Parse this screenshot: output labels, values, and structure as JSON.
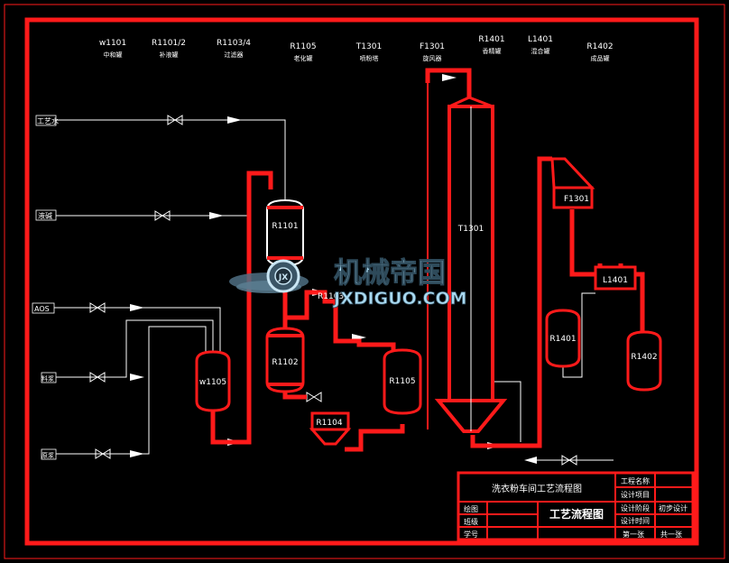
{
  "colors": {
    "background": "#000000",
    "frame": "#ff1a1a",
    "pipe": "#ff1a1a",
    "line": "#ffffff",
    "text": "#ffffff",
    "watermark": "#9fd6f0"
  },
  "header_labels": [
    {
      "code": "w1101",
      "name": "中和罐"
    },
    {
      "code": "R1101/2",
      "name": "补液罐"
    },
    {
      "code": "R1103/4",
      "name": "过滤器"
    },
    {
      "code": "R1105",
      "name": "老化罐"
    },
    {
      "code": "T1301",
      "name": "喷粉塔"
    },
    {
      "code": "F1301",
      "name": "旋风器"
    },
    {
      "code": "R1401",
      "name": "香精罐"
    },
    {
      "code": "L1401",
      "name": "混合罐"
    },
    {
      "code": "R1402",
      "name": "成品罐"
    }
  ],
  "inlets": {
    "water": "工艺水",
    "alkali": "液碱",
    "aos": "AOS",
    "feed1": "料浆",
    "feed2": "原浆"
  },
  "equipment": {
    "r1101": "R1101",
    "r1102": "R1102",
    "r1103": "R1103",
    "r1104": "R1104",
    "r1105": "R1105",
    "w1105": "w1105",
    "t1301": "T1301",
    "f1301": "F1301",
    "l1401": "L1401",
    "r1401": "R1401",
    "r1402": "R1402"
  },
  "title_block": {
    "drawing_title": "洗衣粉车间工艺流程图",
    "drawing_type": "工艺流程图",
    "row_draw": "绘图",
    "row_class": "班级",
    "row_student": "学号",
    "project_name": "工程名称",
    "design_item": "设计项目",
    "design_stage": "设计阶段",
    "design_stage_value": "初步设计",
    "design_time": "设计时间",
    "sheet": "第一张",
    "total": "共一张"
  },
  "watermark": {
    "cn": "机械帝国",
    "en": "JXDIGUO.COM",
    "logo": "JX"
  }
}
